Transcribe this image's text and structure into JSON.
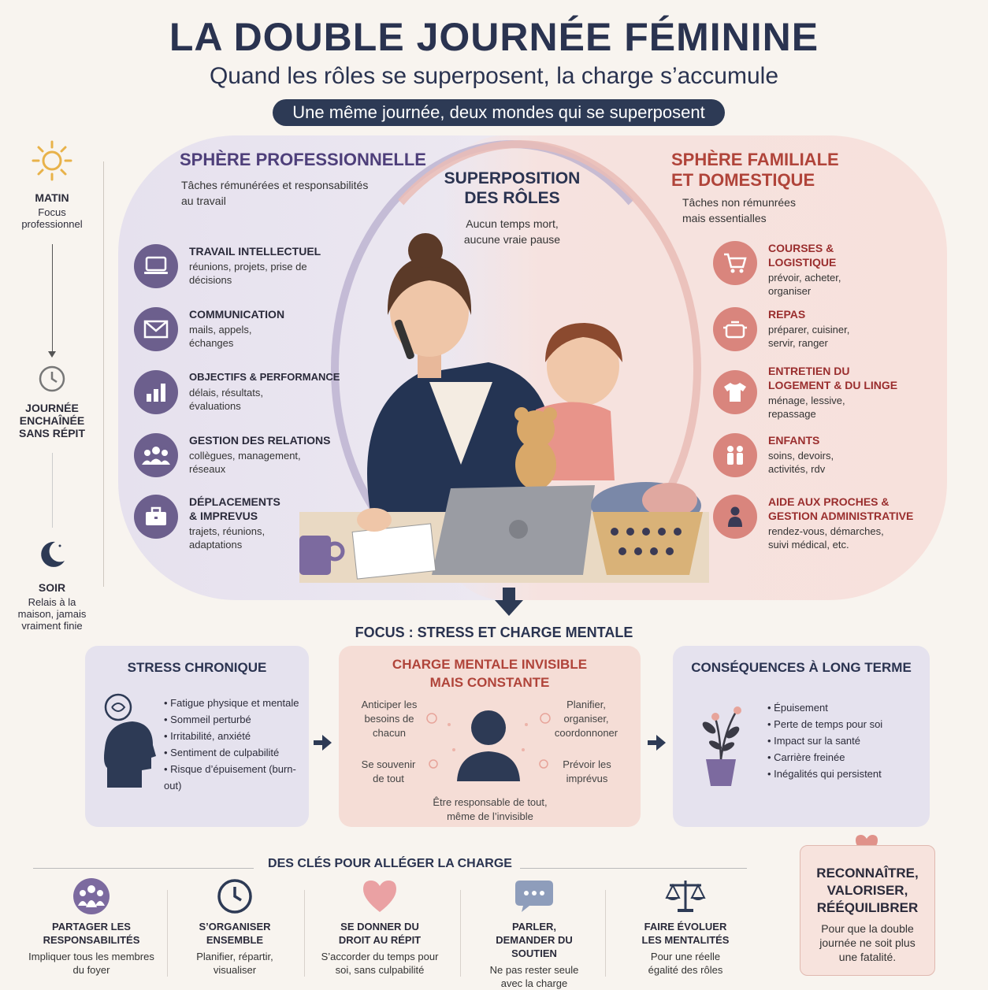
{
  "header": {
    "title": "LA DOUBLE JOURNÉE FÉMININE",
    "subtitle": "Quand les rôles se superposent, la charge s’accumule",
    "banner": "Une même journée, deux mondes qui se superposent"
  },
  "timeline": {
    "morning_title": "MATIN",
    "morning_desc": "Focus professionnel",
    "day_title": "JOURNÉE ENCHAÎNÉE SANS RÉPIT",
    "evening_title": "SOIR",
    "evening_desc": "Relais à la maison, jamais vraiment finie"
  },
  "pro": {
    "title": "SPHÈRE PROFESSIONNELLE",
    "desc": "Tâches rémunérées et responsabilités au travail",
    "items": [
      {
        "title": "TRAVAIL INTELLECTUEL",
        "desc": "réunions, projets, prise de décisions",
        "icon": "laptop-icon"
      },
      {
        "title": "COMMUNICATION",
        "desc": "mails, appels, échanges",
        "icon": "envelope-icon"
      },
      {
        "title": "OBJECTIFS & PERFORMANCE",
        "desc": "délais, résultats, évaluations",
        "icon": "bar-chart-icon"
      },
      {
        "title": "GESTION DES RELATIONS",
        "desc": "collègues, management, réseaux",
        "icon": "group-icon"
      },
      {
        "title": "DÉPLACEMENTS & IMPREVUS",
        "desc": "trajets, réunions, adaptations",
        "icon": "briefcase-icon"
      }
    ]
  },
  "overlap": {
    "title": "SUPERPOSITION DES RÔLES",
    "desc": "Aucun temps mort, aucune vraie pause"
  },
  "family": {
    "title": "SPHÈRE FAMILIALE ET DOMESTIQUE",
    "desc": "Tâches non rémunrées mais essentialles",
    "items": [
      {
        "title": "COURSES & LOGISTIQUE",
        "desc": "prévoir, acheter, organiser",
        "icon": "cart-icon"
      },
      {
        "title": "REPAS",
        "desc": "préparer, cuisiner, servir, ranger",
        "icon": "pot-icon"
      },
      {
        "title": "ENTRETIEN DU LOGEMENT & DU LINGE",
        "desc": "ménage, lessive, repassage",
        "icon": "tshirt-icon"
      },
      {
        "title": "ENFANTS",
        "desc": "soins, devoirs, activités, rdv",
        "icon": "children-icon"
      },
      {
        "title": "AIDE AUX PROCHES & GESTION ADMINISTRATIVE",
        "desc": "rendez-vous, démarches, suivi médical, etc.",
        "icon": "person-icon"
      }
    ]
  },
  "focus": {
    "title": "FOCUS : STRESS ET CHARGE MENTALE",
    "stress": {
      "title": "STRESS CHRONIQUE",
      "items": [
        "Fatigue physique et mentale",
        "Sommeil perturbé",
        "Irritabilité, anxiété",
        "Sentiment de culpabilité",
        "Risque d’épuisement (burn-out)"
      ]
    },
    "mental": {
      "title": "CHARGE MENTALE INVISIBLE MAIS CONSTANTE",
      "anticiper": "Anticiper les besoins de chacun",
      "planifier": "Planifier, organiser, coordonnoner",
      "souvenir": "Se souvenir de tout",
      "prevoir": "Prévoir les imprévus",
      "bottom": "Être responsable de tout, même de l’invisible"
    },
    "consequences": {
      "title": "CONSÉQUENCES À LONG TERME",
      "items": [
        "Épuisement",
        "Perte de temps pour soi",
        "Impact sur la santé",
        "Carrière freinée",
        "Inégalités qui persistent"
      ]
    }
  },
  "keys": {
    "title": "DES CLÉS POUR ALLÉGER LA CHARGE",
    "items": [
      {
        "title": "PARTAGER LES RESPONSABILITÉS",
        "desc": "Impliquer tous les membres du foyer",
        "icon": "family-icon"
      },
      {
        "title": "S’ORGANISER ENSEMBLE",
        "desc": "Planifier, répartir, visualiser",
        "icon": "clock-icon"
      },
      {
        "title": "SE DONNER DU DROIT AU RÉPIT",
        "desc": "S’accorder du temps pour soi, sans culpabilité",
        "icon": "heart-icon"
      },
      {
        "title": "PARLER, DEMANDER DU SOUTIEN",
        "desc": "Ne pas rester seule avec la charge",
        "icon": "speech-bubble-icon"
      },
      {
        "title": "FAIRE ÉVOLUER LES MENTALITÉS",
        "desc": "Pour une réelle égalité des rôles",
        "icon": "scale-icon"
      }
    ]
  },
  "reco": {
    "title": "RECONNAÎTRE, VALORISER, RÉÉQUILIBRER",
    "desc": "Pour que la double journée ne soit plus une fatalité."
  },
  "colors": {
    "navy": "#2d3a55",
    "pro_accent": "#6c5f8d",
    "family_accent": "#d9857d",
    "family_text": "#9a2e2e"
  }
}
